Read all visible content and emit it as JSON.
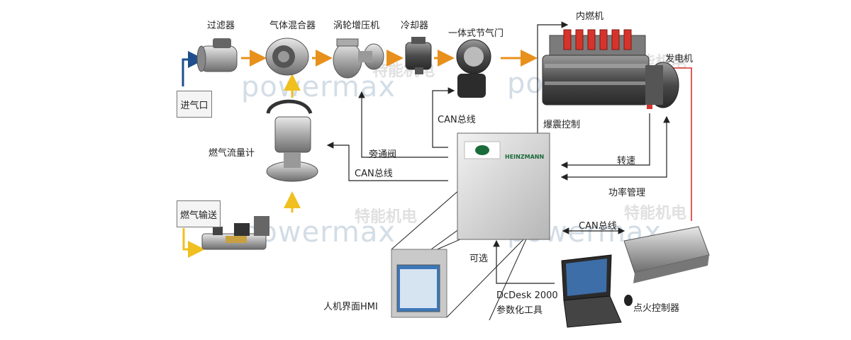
{
  "components": {
    "filter": "过滤器",
    "gas_mixer": "气体混合器",
    "turbocharger": "涡轮增压机",
    "cooler": "冷却器",
    "throttle": "一体式节气门",
    "engine": "内燃机",
    "generator": "发电机",
    "gas_flow_meter": "燃气流量计",
    "ignition_controller": "点火控制器",
    "hmi": "人机界面HMI",
    "dcdesk_line1": "DcDesk 2000",
    "dcdesk_line2": "参数化工具"
  },
  "boxes": {
    "air_inlet": "进气口",
    "gas_supply": "燃气输送"
  },
  "signals": {
    "can_bus_throttle": "CAN总线",
    "bypass_valve": "旁通阀",
    "can_bus_flowmeter": "CAN总线",
    "knock_control": "爆震控制",
    "speed": "转速",
    "power_management": "功率管理",
    "can_bus_laptop": "CAN总线",
    "optional": "可选"
  },
  "controller_brand": "HEINZMANN",
  "watermark": {
    "brand": "powermax",
    "cn": "特能机电"
  },
  "colors": {
    "air_flow": "#e8901c",
    "fuel_flow": "#f0c020",
    "inlet_flow": "#1f4e8c",
    "red_signal": "#d8332b",
    "signal_line": "#222222"
  }
}
